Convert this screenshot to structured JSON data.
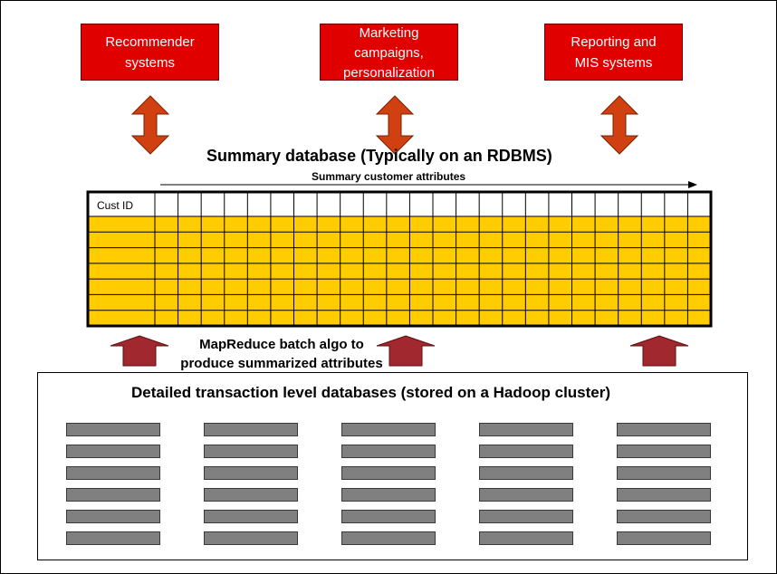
{
  "consumers": {
    "recommender": [
      "Recommender",
      "systems"
    ],
    "marketing": [
      "Marketing",
      "campaigns,",
      "personalization"
    ],
    "reporting": [
      "Reporting and",
      "MIS systems"
    ]
  },
  "summary_db": {
    "title": "Summary database (Typically on an RDBMS)",
    "attributes_label": "Summary customer attributes",
    "first_column_header": "Cust ID",
    "header_fill": "#ffffff",
    "body_fill": "#ffcc00"
  },
  "mapreduce": {
    "label_line1": "MapReduce batch algo to",
    "label_line2": "produce summarized attributes"
  },
  "hadoop": {
    "title": "Detailed transaction level databases (stored on a Hadoop cluster)"
  },
  "colors": {
    "consumer_box": "#e00000",
    "double_arrow": "#d04010",
    "up_arrow": "#a0282e",
    "server_bar": "#808080"
  }
}
